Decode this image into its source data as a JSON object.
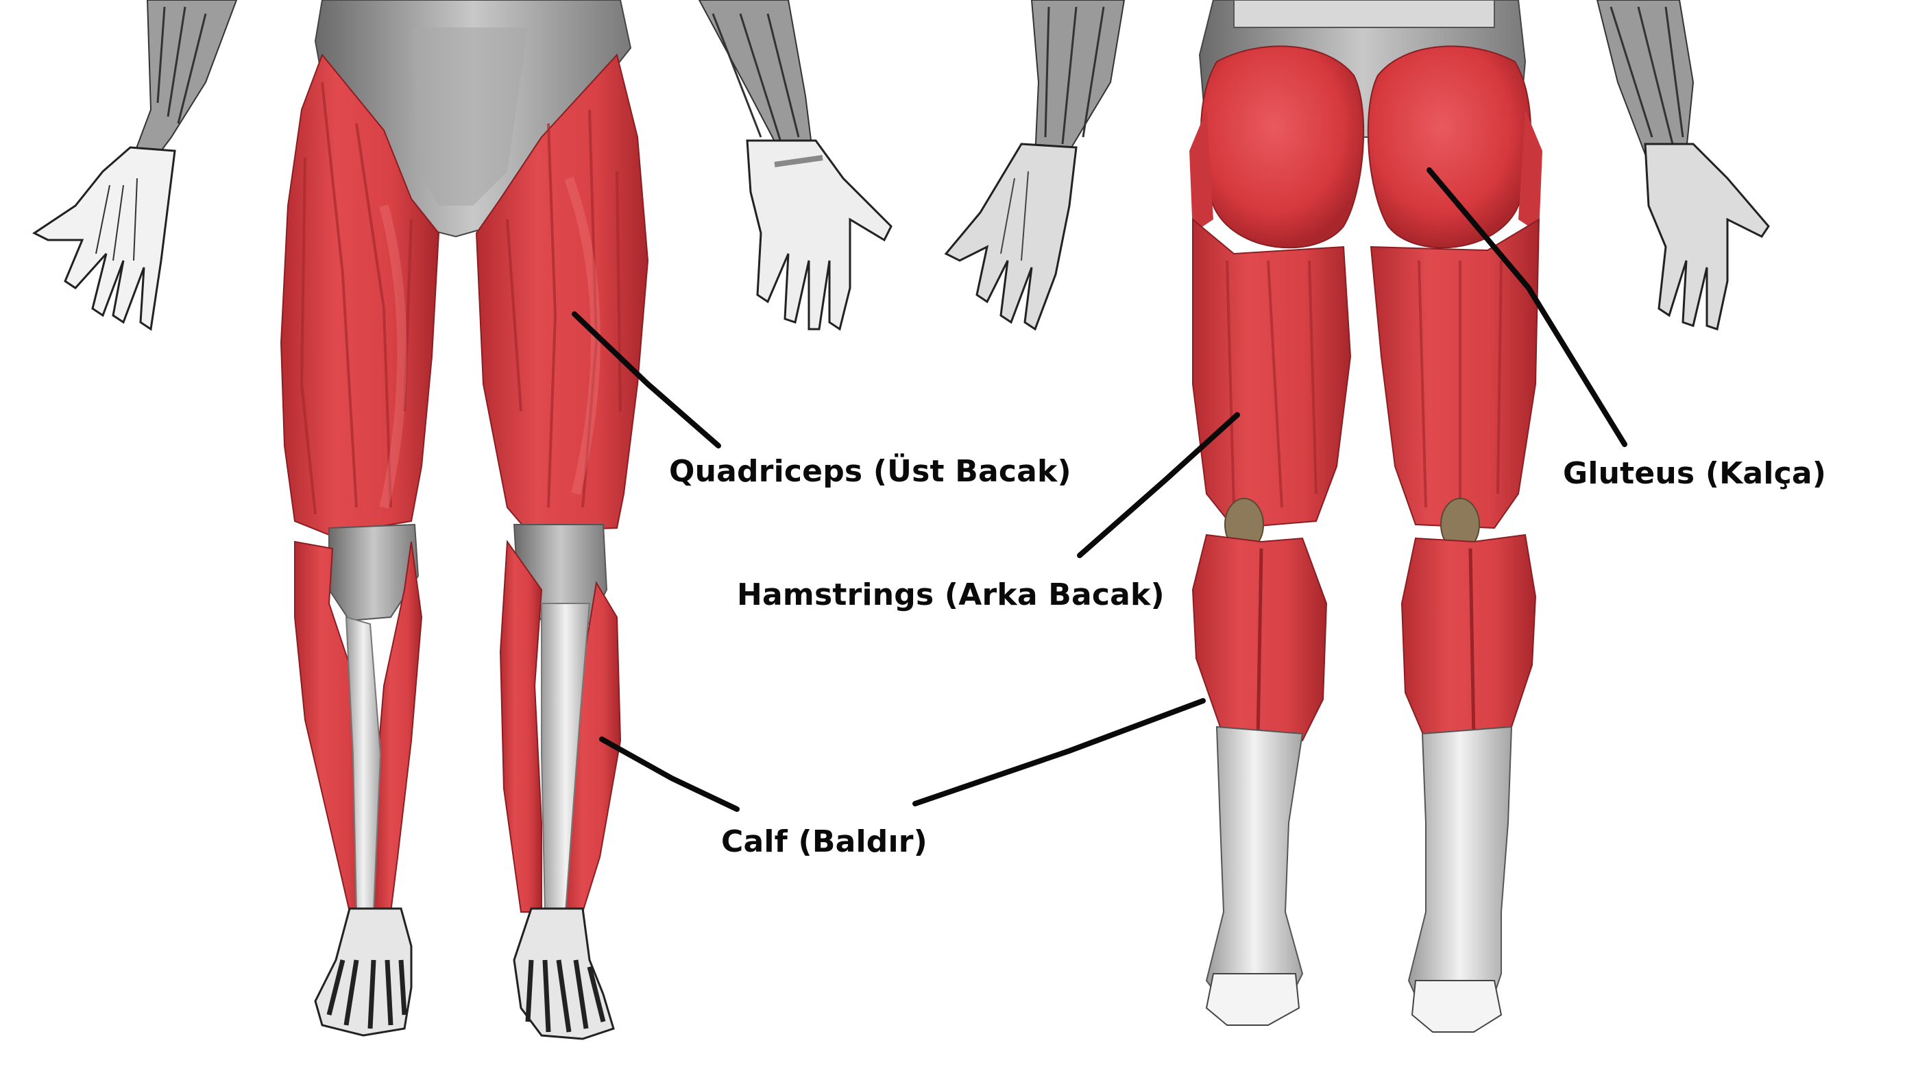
{
  "labels": {
    "quadriceps": "Quadriceps (Üst Bacak)",
    "hamstrings": "Hamstrings (Arka Bacak)",
    "calf": "Calf (Baldır)",
    "gluteus": "Gluteus (Kalça)"
  },
  "colors": {
    "muscle": "#d9464a",
    "muscle_dark": "#b52c31",
    "muscle_light": "#e8797b",
    "bone": "#b9b9b9",
    "bone_dark": "#6f6f6f",
    "tendon": "#e6e6e6",
    "leader_line": "#0a0a0a",
    "label_text": "#0a0a0a"
  }
}
